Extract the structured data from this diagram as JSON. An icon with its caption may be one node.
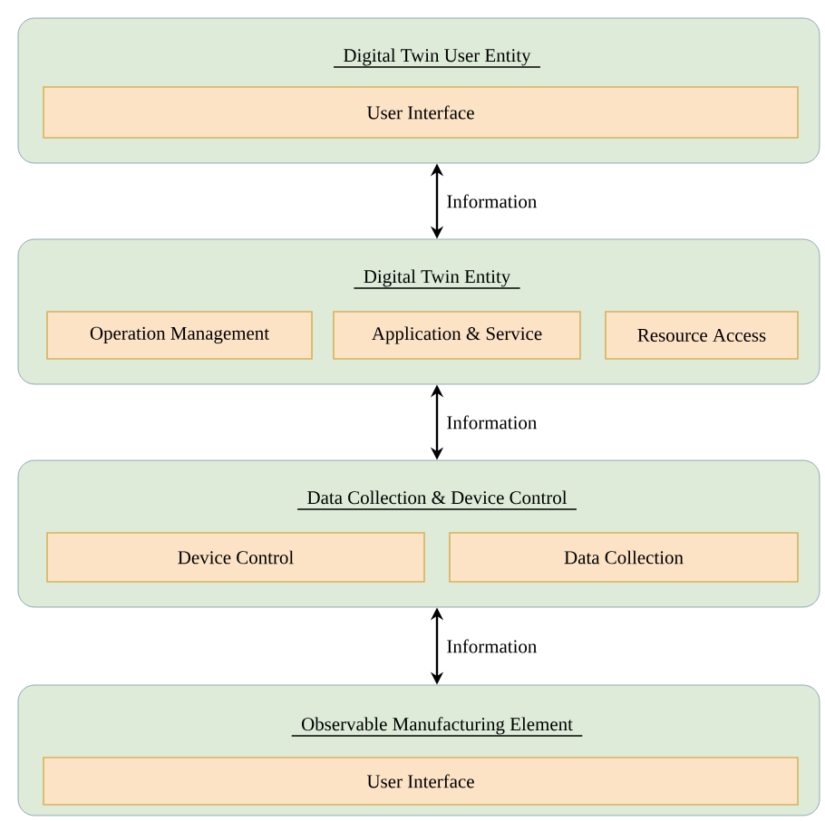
{
  "diagram": {
    "nodes": [
      {
        "text": [
          "Digital Twin User Entity"
        ]
      },
      {
        "text": [
          "User Interface"
        ],
        "in": 0
      },
      {
        "text": [
          "Digital Twin Entity"
        ]
      },
      {
        "text": [
          "Operation Management"
        ],
        "in": 2
      },
      {
        "text": [
          "Application & Service"
        ],
        "in": 2
      },
      {
        "text": [
          "Resource Access"
        ],
        "in": 2
      },
      {
        "text": [
          "Data Collection & Device Control"
        ]
      },
      {
        "text": [
          "Device Control"
        ],
        "in": 6
      },
      {
        "text": [
          "Data Collection"
        ],
        "in": 6
      },
      {
        "text": [
          "Observable Manufacturing Element"
        ]
      },
      {
        "text": [
          "User Interface"
        ],
        "in": 9
      }
    ],
    "edges": [
      {
        "from": 0,
        "to": 2,
        "arrow": "both",
        "label": "Information"
      },
      {
        "from": 2,
        "to": 6,
        "arrow": "both",
        "label": "Information"
      },
      {
        "from": 6,
        "to": 9,
        "arrow": "both",
        "label": "Information"
      }
    ]
  }
}
